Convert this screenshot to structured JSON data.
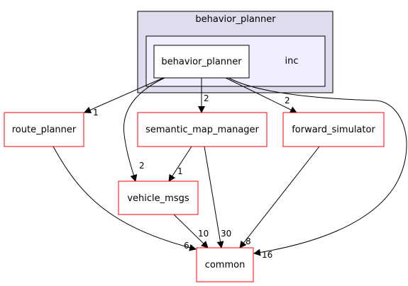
{
  "colors": {
    "outer_cluster_fill": "#ddddee",
    "inner_cluster_fill": "#eeeeff",
    "dir_border": "#ff0000",
    "edge": "#000000",
    "background": "#ffffff"
  },
  "clusters": {
    "outer_label": "behavior_planner",
    "inner_label": "inc"
  },
  "nodes": {
    "behavior_planner": "behavior_planner",
    "route_planner": "route_planner",
    "semantic_map_manager": "semantic_map_manager",
    "forward_simulator": "forward_simulator",
    "vehicle_msgs": "vehicle_msgs",
    "common": "common"
  },
  "edges": [
    {
      "from": "behavior_planner",
      "to": "route_planner",
      "label": "1"
    },
    {
      "from": "behavior_planner",
      "to": "semantic_map_manager",
      "label": "2"
    },
    {
      "from": "behavior_planner",
      "to": "forward_simulator",
      "label": "2"
    },
    {
      "from": "behavior_planner",
      "to": "vehicle_msgs",
      "label": "2"
    },
    {
      "from": "behavior_planner",
      "to": "common",
      "label": "16"
    },
    {
      "from": "semantic_map_manager",
      "to": "vehicle_msgs",
      "label": "1"
    },
    {
      "from": "semantic_map_manager",
      "to": "common",
      "label": "30"
    },
    {
      "from": "route_planner",
      "to": "common",
      "label": "6"
    },
    {
      "from": "forward_simulator",
      "to": "common",
      "label": "8"
    },
    {
      "from": "vehicle_msgs",
      "to": "common",
      "label": "10"
    }
  ]
}
